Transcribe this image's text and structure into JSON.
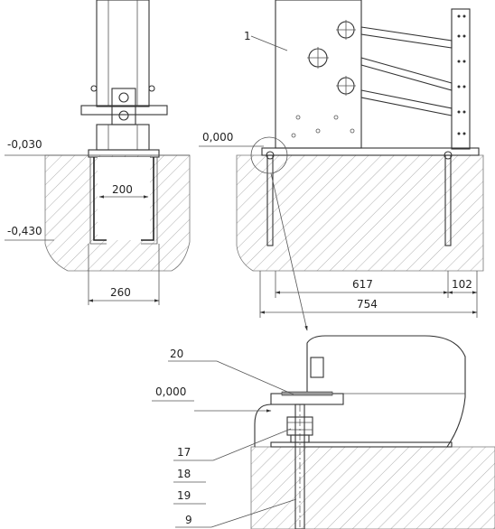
{
  "left_view": {
    "level_top": "-0,030",
    "level_bottom": "-0,430",
    "inner_width": "200",
    "footing_width": "260"
  },
  "right_view": {
    "part_label": "1",
    "level_zero": "0,000",
    "span_main": "617",
    "span_small": "102",
    "span_total": "754"
  },
  "detail_view": {
    "level_zero": "0,000",
    "callouts": [
      "20",
      "17",
      "18",
      "19",
      "9"
    ]
  }
}
